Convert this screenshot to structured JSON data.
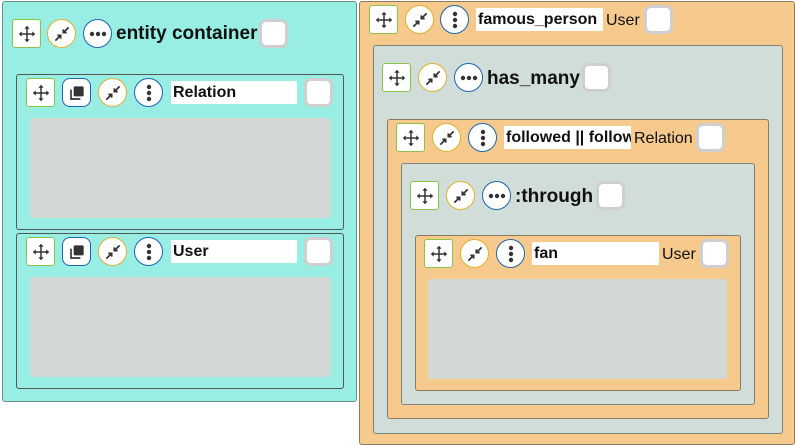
{
  "left_panel": {
    "title": "entity container",
    "relation_block": {
      "name": "Relation"
    },
    "user_block": {
      "name": "User"
    }
  },
  "right_panel": {
    "name": "famous_person",
    "type": "User",
    "has_many": {
      "title": "has_many",
      "followed": {
        "name": "followed || follows",
        "type": "Relation",
        "through": {
          "title": ":through",
          "fan": {
            "name": "fan",
            "type": "User"
          }
        }
      }
    }
  },
  "icons": {
    "move": "move-arrows-icon",
    "compress": "compress-arrows-icon",
    "more": "more-horizontal-icon",
    "kebab": "more-vertical-icon",
    "copy": "copy-icon"
  },
  "colors": {
    "cyan_panel": "#98eee3",
    "orange_panel": "#f6c98c",
    "gray_panel": "#d0ddd8",
    "move_border": "#8bc34a",
    "blue_border": "#1e64b4",
    "yellow_border": "#e0b230"
  }
}
